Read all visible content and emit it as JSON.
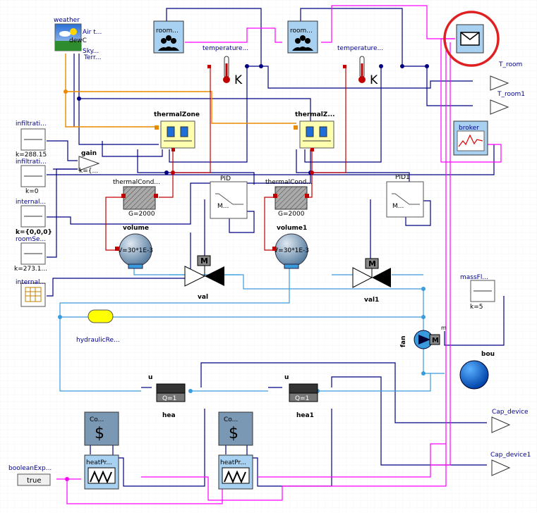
{
  "diagram": {
    "labels": {
      "weather": "weather",
      "weather_air": "Air t...",
      "weather_dew": "dewC",
      "weather_sky": "Sky...",
      "weather_terr": "Terr...",
      "room1": "room...",
      "room2": "room...",
      "temp1": "temperature...",
      "temp2": "temperature...",
      "k1": "K",
      "k2": "K",
      "t_room": "T_room",
      "t_room1": "T_room1",
      "broker": "broker",
      "thermal_zone": "thermalZone",
      "thermal_zone2": "thermalZ...",
      "infil1": "infiltrati...",
      "infil1_k": "k=288.15",
      "infil2": "infiltrati...",
      "infil2_k": "k=0",
      "internal1": "internal...",
      "internal1_k": "k={0,0,0}",
      "roomse": "roomSe...",
      "roomse_k": "k=273.1...",
      "internal2": "internal...",
      "gain": "gain",
      "gain_k": "k={...",
      "tc1": "thermalCond...",
      "tc1_g": "G=2000",
      "tc2": "thermalCond...",
      "tc2_g": "G=2000",
      "pid": "PID",
      "pid1": "PID1",
      "pid_m": "M...",
      "pid1_m": "M...",
      "volume": "volume",
      "volume_v": "V=30*1E-3",
      "volume1": "volume1",
      "volume1_v": "V=30*1E-3",
      "val": "val",
      "val1": "val1",
      "valve_m": "M",
      "valve1_m": "M",
      "massfl": "massFl...",
      "massfl_k": "k=5",
      "hydraulic": "hydraulicRe...",
      "fan": "fan",
      "fan_m": "M",
      "fan_m2": "m",
      "bou": "bou",
      "hea": "hea",
      "hea1": "hea1",
      "hea_u": "u",
      "hea1_u": "u",
      "hea_q": "Q=1",
      "hea1_q": "Q=1",
      "co1": "Co...",
      "co2": "Co...",
      "dollar1": "$",
      "dollar2": "$",
      "heatpr1": "heatPr...",
      "heatpr2": "heatPr...",
      "cap_device": "Cap_device",
      "cap_device1": "Cap_device1",
      "boolean_exp": "booleanExp...",
      "true_btn": "true"
    },
    "colors": {
      "navy": "#000080",
      "magenta": "#ff00ff",
      "orange": "#e88a00",
      "red": "#c00000",
      "blue_fluid": "#3a9bdc",
      "highlight": "#e02020"
    }
  }
}
